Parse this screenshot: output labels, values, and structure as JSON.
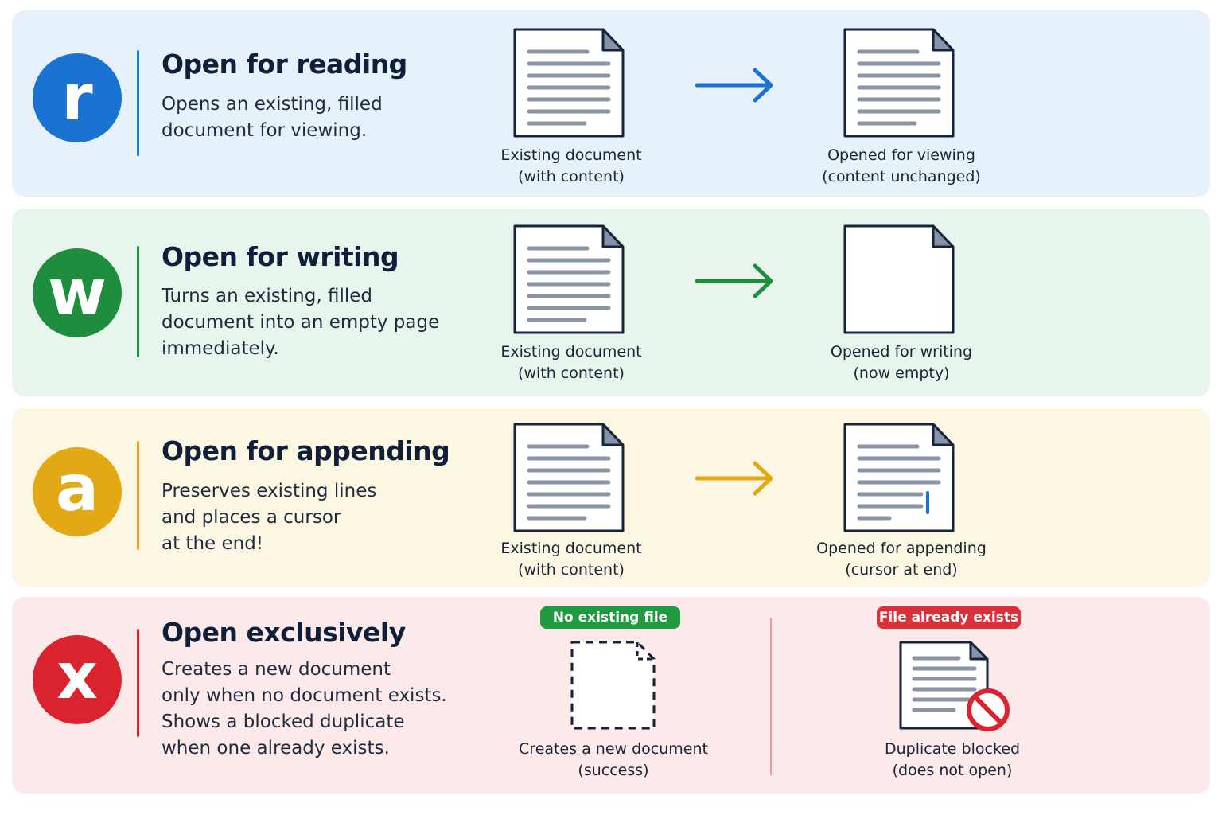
{
  "colors": {
    "read": "#1a73d1",
    "write": "#1e8e3e",
    "append": "#e2a914",
    "exclusive": "#d9242f",
    "green_pill": "#1f9a3f",
    "red_pill": "#d9303a"
  },
  "rows": {
    "r": {
      "badge": "r",
      "title": "Open for reading",
      "desc": [
        "Opens an existing, filled",
        "document for viewing."
      ],
      "left_caption": [
        "Existing document",
        "(with content)"
      ],
      "right_caption": [
        "Opened for viewing",
        "(content unchanged)"
      ]
    },
    "w": {
      "badge": "w",
      "title": "Open for writing",
      "desc": [
        "Turns an existing, filled",
        "document into an empty page",
        "immediately."
      ],
      "left_caption": [
        "Existing document",
        "(with content)"
      ],
      "right_caption": [
        "Opened for writing",
        "(now empty)"
      ]
    },
    "a": {
      "badge": "a",
      "title": "Open for appending",
      "desc": [
        "Preserves existing lines",
        "and places a cursor",
        "at the end!"
      ],
      "left_caption": [
        "Existing document",
        "(with content)"
      ],
      "right_caption": [
        "Opened for appending",
        "(cursor at end)"
      ]
    },
    "x": {
      "badge": "x",
      "title": "Open exclusively",
      "desc": [
        "Creates a new document",
        "only when no document exists.",
        "Shows a blocked duplicate",
        "when one already exists."
      ],
      "left_pill": "No existing file",
      "right_pill": "File already exists",
      "left_caption": [
        "Creates a new document",
        "(success)"
      ],
      "right_caption": [
        "Duplicate blocked",
        "(does not open)"
      ]
    }
  }
}
